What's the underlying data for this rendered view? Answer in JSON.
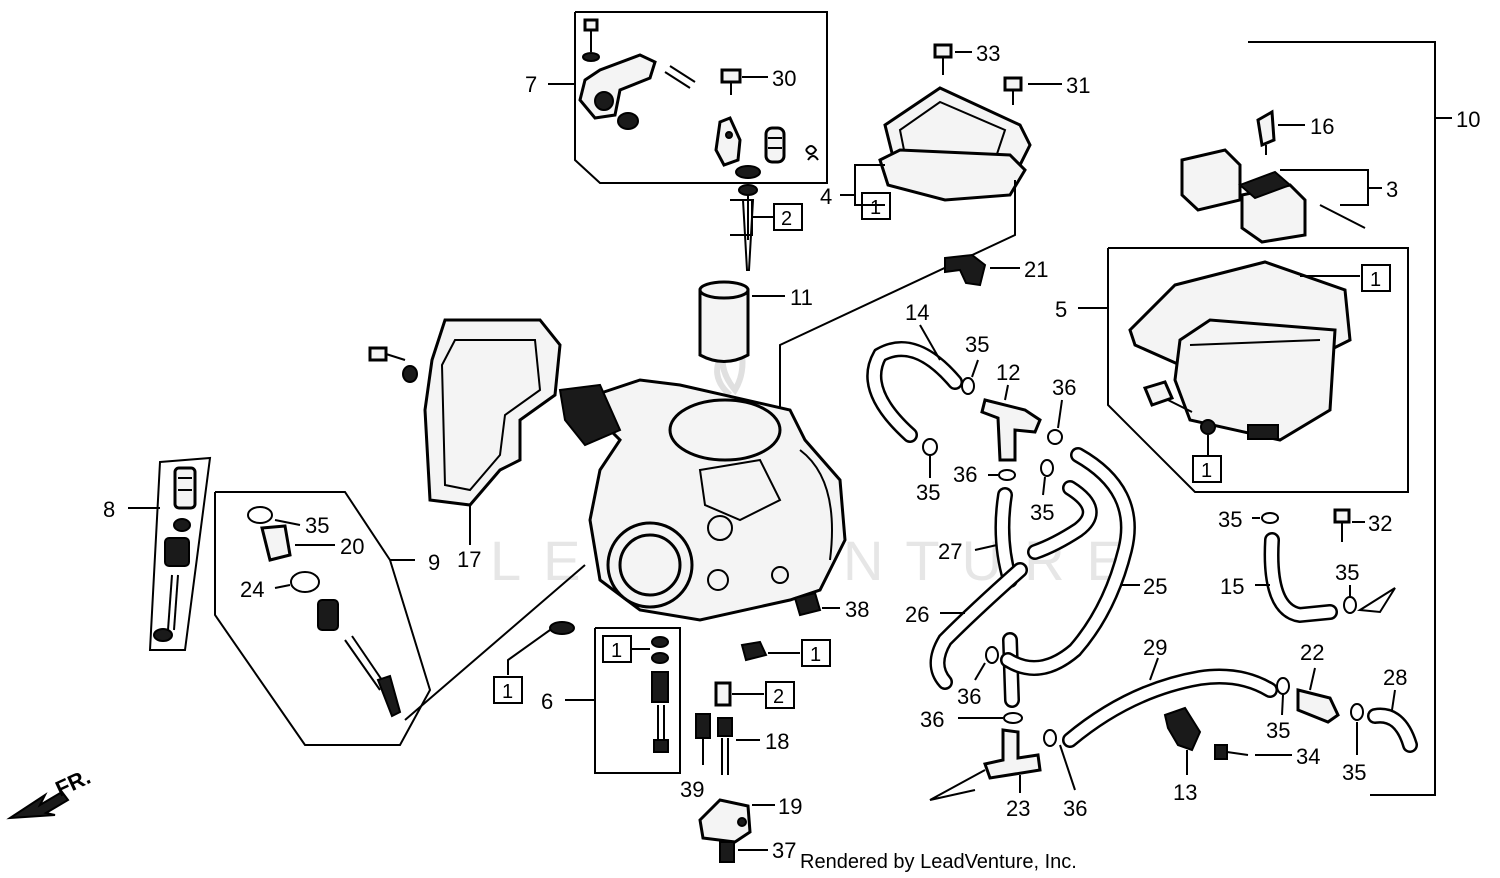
{
  "watermark": "LEADVENTURE",
  "footer_text": "Rendered by LeadVenture, Inc.",
  "direction_label": "FR.",
  "callouts": {
    "n1": "1",
    "n2": "2",
    "n3": "3",
    "n4": "4",
    "n5": "5",
    "n6": "6",
    "n7": "7",
    "n8": "8",
    "n9": "9",
    "n10": "10",
    "n11": "11",
    "n12": "12",
    "n13": "13",
    "n14": "14",
    "n15": "15",
    "n16": "16",
    "n17": "17",
    "n18": "18",
    "n19": "19",
    "n20": "20",
    "n21": "21",
    "n22": "22",
    "n23": "23",
    "n24": "24",
    "n25": "25",
    "n26": "26",
    "n27": "27",
    "n28": "28",
    "n29": "29",
    "n30": "30",
    "n31": "31",
    "n32": "32",
    "n33": "33",
    "n34": "34",
    "n35": "35",
    "n36": "36",
    "n37": "37",
    "n38": "38",
    "n39": "39"
  },
  "boxed": {
    "one": "1",
    "two": "2"
  }
}
